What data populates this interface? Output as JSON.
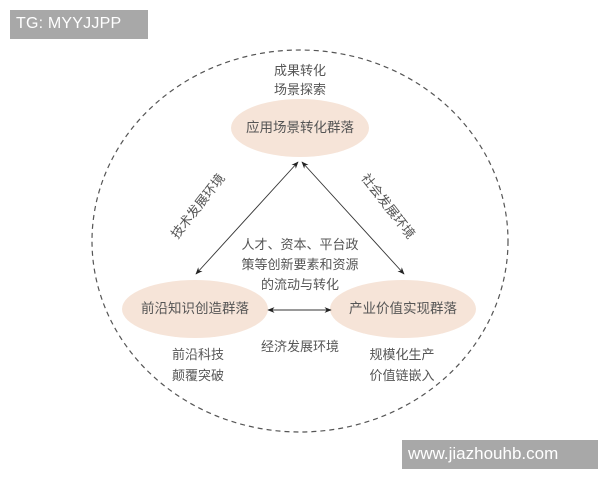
{
  "watermarks": {
    "top": "TG: MYYJJPP",
    "bottom": "www.jiazhouhb.com"
  },
  "colors": {
    "node_fill": "#f6e4d8",
    "line": "#333333",
    "dashed_border": "#555555",
    "watermark_bg": "#a8a8a8",
    "text": "#555555"
  },
  "diagram": {
    "nodes": {
      "top": {
        "label": "应用场景转化群落",
        "note_lines": [
          "成果转化",
          "场景探索"
        ]
      },
      "left": {
        "label": "前沿知识创造群落",
        "note_lines": [
          "前沿科技",
          "颠覆突破"
        ]
      },
      "right": {
        "label": "产业价值实现群落",
        "note_lines": [
          "规模化生产",
          "价值链嵌入"
        ]
      }
    },
    "edges": {
      "left_top": "技术发展环境",
      "top_right": "社会发展环境",
      "left_right": "经济发展环境"
    },
    "center_text_lines": [
      "人才、资本、平台政",
      "策等创新要素和资源",
      "的流动与转化"
    ]
  }
}
